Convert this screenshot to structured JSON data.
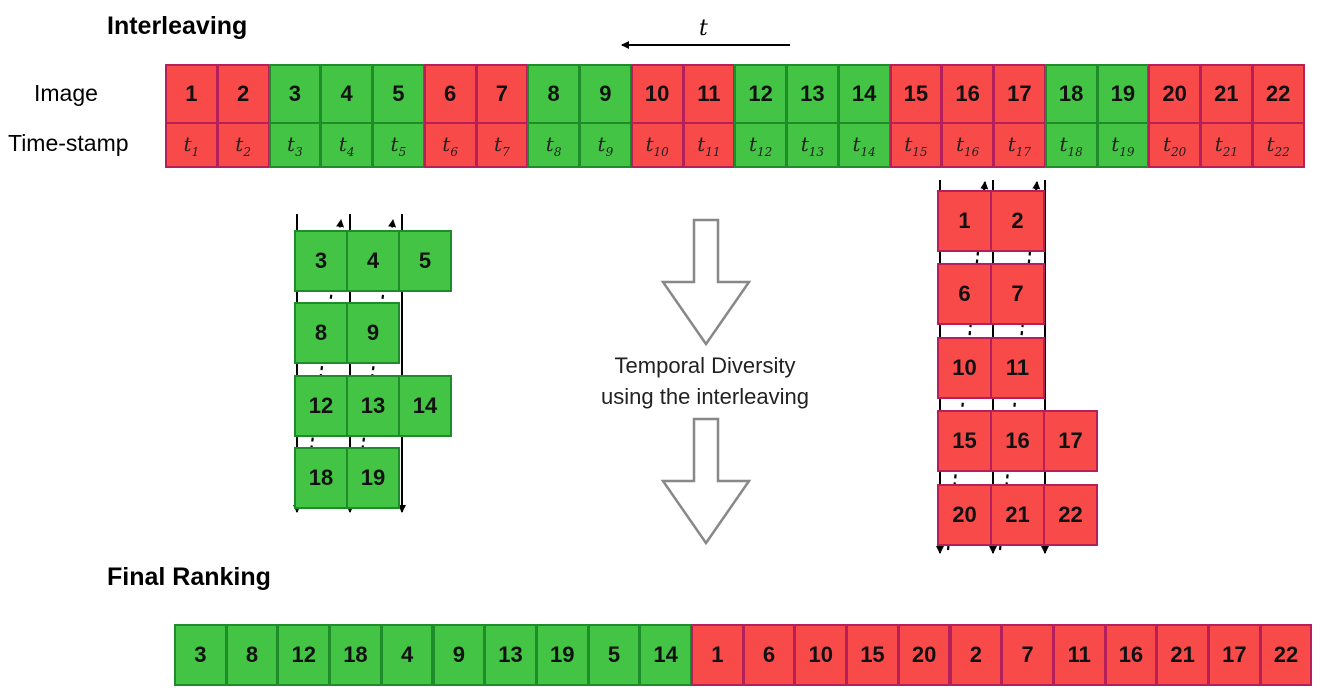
{
  "title": "Interleaving",
  "final_title": "Final Ranking",
  "time_label": "t",
  "row_labels": {
    "image": "Image",
    "timestamp": "Time-stamp"
  },
  "colors": {
    "red": "#f94a4a",
    "green": "#44c444"
  },
  "images": [
    {
      "n": "1",
      "c": "red"
    },
    {
      "n": "2",
      "c": "red"
    },
    {
      "n": "3",
      "c": "green"
    },
    {
      "n": "4",
      "c": "green"
    },
    {
      "n": "5",
      "c": "green"
    },
    {
      "n": "6",
      "c": "red"
    },
    {
      "n": "7",
      "c": "red"
    },
    {
      "n": "8",
      "c": "green"
    },
    {
      "n": "9",
      "c": "green"
    },
    {
      "n": "10",
      "c": "red"
    },
    {
      "n": "11",
      "c": "red"
    },
    {
      "n": "12",
      "c": "green"
    },
    {
      "n": "13",
      "c": "green"
    },
    {
      "n": "14",
      "c": "green"
    },
    {
      "n": "15",
      "c": "red"
    },
    {
      "n": "16",
      "c": "red"
    },
    {
      "n": "17",
      "c": "red"
    },
    {
      "n": "18",
      "c": "green"
    },
    {
      "n": "19",
      "c": "green"
    },
    {
      "n": "20",
      "c": "red"
    },
    {
      "n": "21",
      "c": "red"
    },
    {
      "n": "22",
      "c": "red"
    }
  ],
  "green_groups": [
    [
      "3",
      "4",
      "5"
    ],
    [
      "8",
      "9"
    ],
    [
      "12",
      "13",
      "14"
    ],
    [
      "18",
      "19"
    ]
  ],
  "red_groups": [
    [
      "1",
      "2"
    ],
    [
      "6",
      "7"
    ],
    [
      "10",
      "11"
    ],
    [
      "15",
      "16",
      "17"
    ],
    [
      "20",
      "21",
      "22"
    ]
  ],
  "center_text": [
    "Temporal Diversity",
    "using the interleaving"
  ],
  "final_ranking": [
    {
      "n": "3",
      "c": "green"
    },
    {
      "n": "8",
      "c": "green"
    },
    {
      "n": "12",
      "c": "green"
    },
    {
      "n": "18",
      "c": "green"
    },
    {
      "n": "4",
      "c": "green"
    },
    {
      "n": "9",
      "c": "green"
    },
    {
      "n": "13",
      "c": "green"
    },
    {
      "n": "19",
      "c": "green"
    },
    {
      "n": "5",
      "c": "green"
    },
    {
      "n": "14",
      "c": "green"
    },
    {
      "n": "1",
      "c": "red"
    },
    {
      "n": "6",
      "c": "red"
    },
    {
      "n": "10",
      "c": "red"
    },
    {
      "n": "15",
      "c": "red"
    },
    {
      "n": "20",
      "c": "red"
    },
    {
      "n": "2",
      "c": "red"
    },
    {
      "n": "7",
      "c": "red"
    },
    {
      "n": "11",
      "c": "red"
    },
    {
      "n": "16",
      "c": "red"
    },
    {
      "n": "21",
      "c": "red"
    },
    {
      "n": "17",
      "c": "red"
    },
    {
      "n": "22",
      "c": "red"
    }
  ]
}
